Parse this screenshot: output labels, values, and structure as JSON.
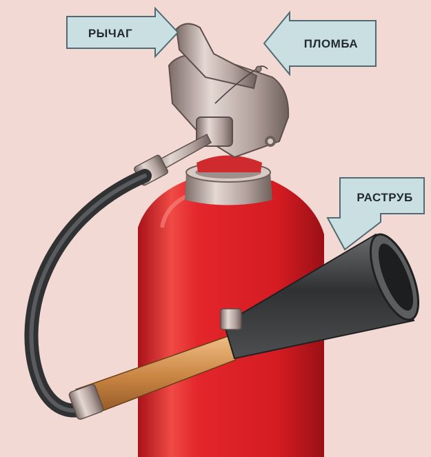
{
  "labels": {
    "lever": "РЫЧАГ",
    "seal": "ПЛОМБА",
    "horn": "РАСТРУБ"
  },
  "colors": {
    "background": "#f2d9d4",
    "cylinder": "#e3262b",
    "callout_fill": "#c9dfe2",
    "callout_stroke": "#4f6a73",
    "metal": "#b8a7a2",
    "hose": "#4a4d50",
    "handle": "#d08d4c",
    "horn": "#3f4143"
  },
  "icons": {
    "lever_arrow": "arrow-right",
    "seal_arrow": "arrow-left",
    "horn_arrow": "arrow-down"
  }
}
